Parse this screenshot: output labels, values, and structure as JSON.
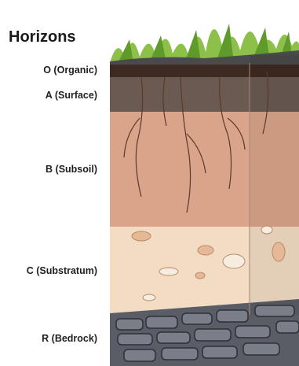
{
  "heading": "Horizons",
  "horizons": [
    {
      "code": "O",
      "label": "O (Organic)"
    },
    {
      "code": "A",
      "label": "A (Surface)"
    },
    {
      "code": "B",
      "label": "B (Subsoil)"
    },
    {
      "code": "C",
      "label": "C (Substratum)"
    },
    {
      "code": "R",
      "label": "R (Bedrock)"
    }
  ],
  "colors": {
    "grass": "#7fb23a",
    "organic": "#3d2a22",
    "surface": "#6a5a52",
    "subsoil": "#d9a48a",
    "substratum": "#f2dcc4",
    "bedrock": "#5a5d66"
  }
}
